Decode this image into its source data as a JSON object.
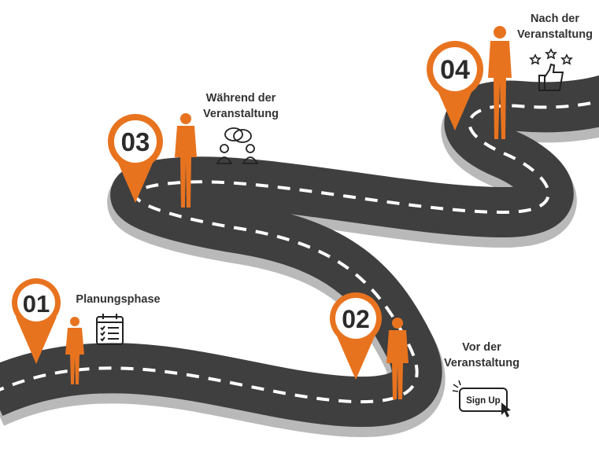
{
  "colors": {
    "accent": "#e8731f",
    "accent_dark": "#c95c10",
    "road": "#3f3f3f",
    "road_edge": "#b9b9b9",
    "lane_marks": "#ffffff",
    "text": "#333333"
  },
  "steps": [
    {
      "number": "01",
      "title_lines": [
        "Planungsphase"
      ],
      "icon": "calendar-checklist-icon"
    },
    {
      "number": "02",
      "title_lines": [
        "Vor der",
        "Veranstaltung"
      ],
      "icon": "sign-up-click-icon",
      "icon_text": "Sign Up"
    },
    {
      "number": "03",
      "title_lines": [
        "Während der",
        "Veranstaltung"
      ],
      "icon": "people-chat-icon"
    },
    {
      "number": "04",
      "title_lines": [
        "Nach der",
        "Veranstaltung"
      ],
      "icon": "rating-thumbs-up-icon"
    }
  ]
}
